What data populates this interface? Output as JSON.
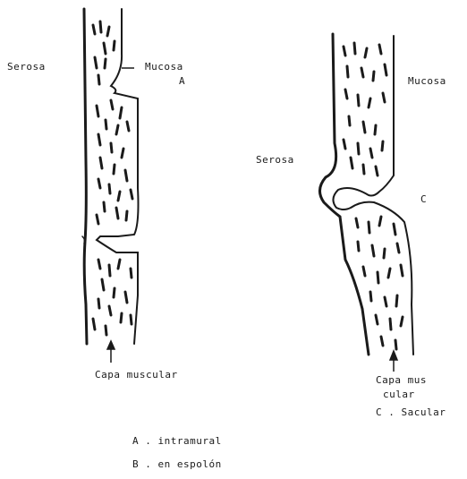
{
  "left_diagram": {
    "serosa_label": "Serosa",
    "mucosa_label": "Mucosa",
    "letter_label": "A",
    "capa_label": "Capa muscular"
  },
  "right_diagram": {
    "mucosa_label": "Mucosa",
    "serosa_label": "Serosa",
    "letter_label": "C",
    "capa_line1": "Capa mus",
    "capa_line2": "cular"
  },
  "captions": {
    "c_caption": "C . Sacular",
    "a_caption": "A . intramural",
    "b_caption": "B . en espolón"
  },
  "colors": {
    "ink": "#1a1a1a",
    "background": "#ffffff"
  }
}
